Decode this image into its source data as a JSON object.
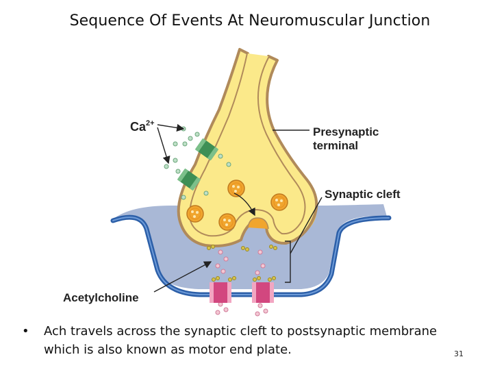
{
  "title": "Sequence Of Events At Neuromuscular Junction",
  "labels": {
    "calcium": "Ca",
    "calcium_charge": "2+",
    "presynaptic_line1": "Presynaptic",
    "presynaptic_line2": "terminal",
    "synaptic_cleft": "Synaptic cleft",
    "acetylcholine": "Acetylcholine"
  },
  "bullet": {
    "symbol": "•",
    "line1": "Ach travels across the synaptic cleft to postsynaptic membrane",
    "line2": "which is also known as motor end plate."
  },
  "page_number": "31",
  "colors": {
    "terminal_fill": "#fbe98a",
    "terminal_shade": "#f7be3a",
    "terminal_outline": "#b08a5a",
    "cleft_fill": "#a9b8d6",
    "membrane": "#2c5fa8",
    "channel": "#3e8f55",
    "receptor": "#d2477f",
    "vesicle": "#f0a52e"
  }
}
